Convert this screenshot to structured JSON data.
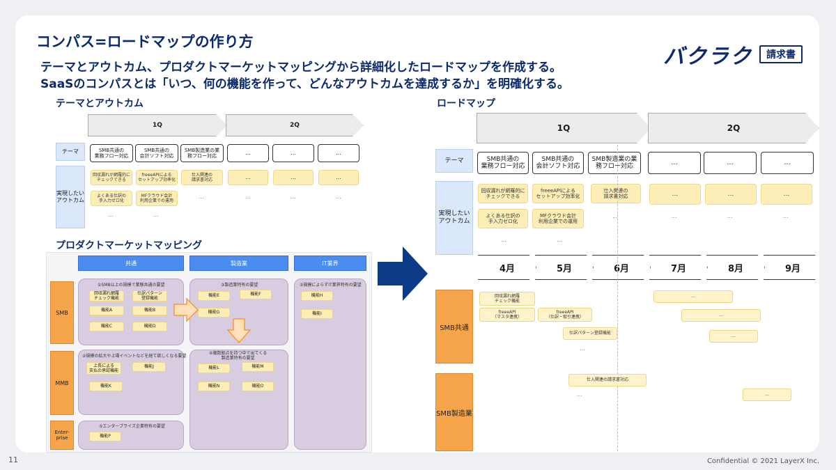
{
  "title": "コンパス=ロードマップの作り方",
  "subtitle1": "テーマとアウトカム、プロダクトマーケットマッピングから詳細化したロードマップを作成する。",
  "subtitle2": "SaaSのコンパスとは「いつ、何の機能を作って、どんなアウトカムを達成するか」を明確化する。",
  "logo": {
    "text": "バクラク",
    "badge": "請求書"
  },
  "sections": {
    "theme_outcome": "テーマとアウトカム",
    "pmm": "プロダクトマーケットマッピング",
    "roadmap": "ロードマップ"
  },
  "quarters": [
    "1Q",
    "2Q"
  ],
  "row_labels": {
    "theme": "テーマ",
    "outcome": "実現したい\nアウトカム"
  },
  "themes": [
    "SMB共通の\n業務フロー対応",
    "SMB共通の\n会計ソフト対応",
    "SMB製造業の業\n務フロー対応",
    "...",
    "...",
    "..."
  ],
  "outcomes": {
    "col1": [
      "回収漏れが網羅的に\nチェックできる",
      "よくある仕訳の\n手入力ゼロ化",
      "..."
    ],
    "col2": [
      "freeeAPIによる\nセットアップ効率化",
      "MFクラウド会計\n利用企業での運用",
      "..."
    ],
    "col3": [
      "仕入関連の\n請求書対応",
      "..."
    ],
    "extra": [
      "...",
      "...",
      "..."
    ],
    "extra_dots": "..."
  },
  "pmm": {
    "headers": [
      "共通",
      "製造業",
      "IT業界"
    ],
    "segments": [
      "SMB",
      "MMB",
      "Enter-\nprise"
    ],
    "groups": [
      {
        "title": "①SMB以上の規模で業態共通の要望",
        "features": [
          "回収漏れ網羅\nチェック機能",
          "仕訳パターン\n登録機能",
          "機能A",
          "機能B",
          "機能C",
          "機能D"
        ]
      },
      {
        "title": "③製造業特有の要望",
        "features": [
          "機能E",
          "機能F",
          "機能G"
        ]
      },
      {
        "title": "⑤規模によらずIT業界特有の要望",
        "features": [
          "機能H",
          "機能I"
        ]
      },
      {
        "title": "②規模の拡大や上場イベントなどを経て欲しくなる要望",
        "features": [
          "上長による\n支払の承認機能",
          "機能J",
          "機能K"
        ]
      },
      {
        "title": "④複数拠点を持つ中で出てくる\n製造業特有の要望",
        "features": [
          "機能L",
          "機能M",
          "機能N",
          "機能O"
        ]
      },
      {
        "title": "⑤エンタープライズ企業特有の要望",
        "features": [
          "機能P"
        ]
      }
    ]
  },
  "roadmap": {
    "months": [
      "4月",
      "5月",
      "6月",
      "7月",
      "8月",
      "9月"
    ],
    "segments": [
      "SMB共通",
      "SMB製造業"
    ],
    "items": [
      "回収漏れ網羅\nチェック機能",
      "freeeAPI\n（マスタ連携）",
      "freeeAPI\n（仕訳・取引連携）",
      "仕訳パターン登録機能",
      "仕入関連の請求書対応",
      "...",
      "...",
      "...",
      "..."
    ],
    "dots": [
      "...",
      "..."
    ]
  },
  "footer": {
    "page": "11",
    "confidential": "Confidential  © 2021 LayerX Inc."
  },
  "colors": {
    "navy": "#0b2a6e",
    "blue": "#4a8cf0",
    "orange": "#f7a54a",
    "yellow": "#fdeeb8",
    "purple": "#d8cce0"
  }
}
